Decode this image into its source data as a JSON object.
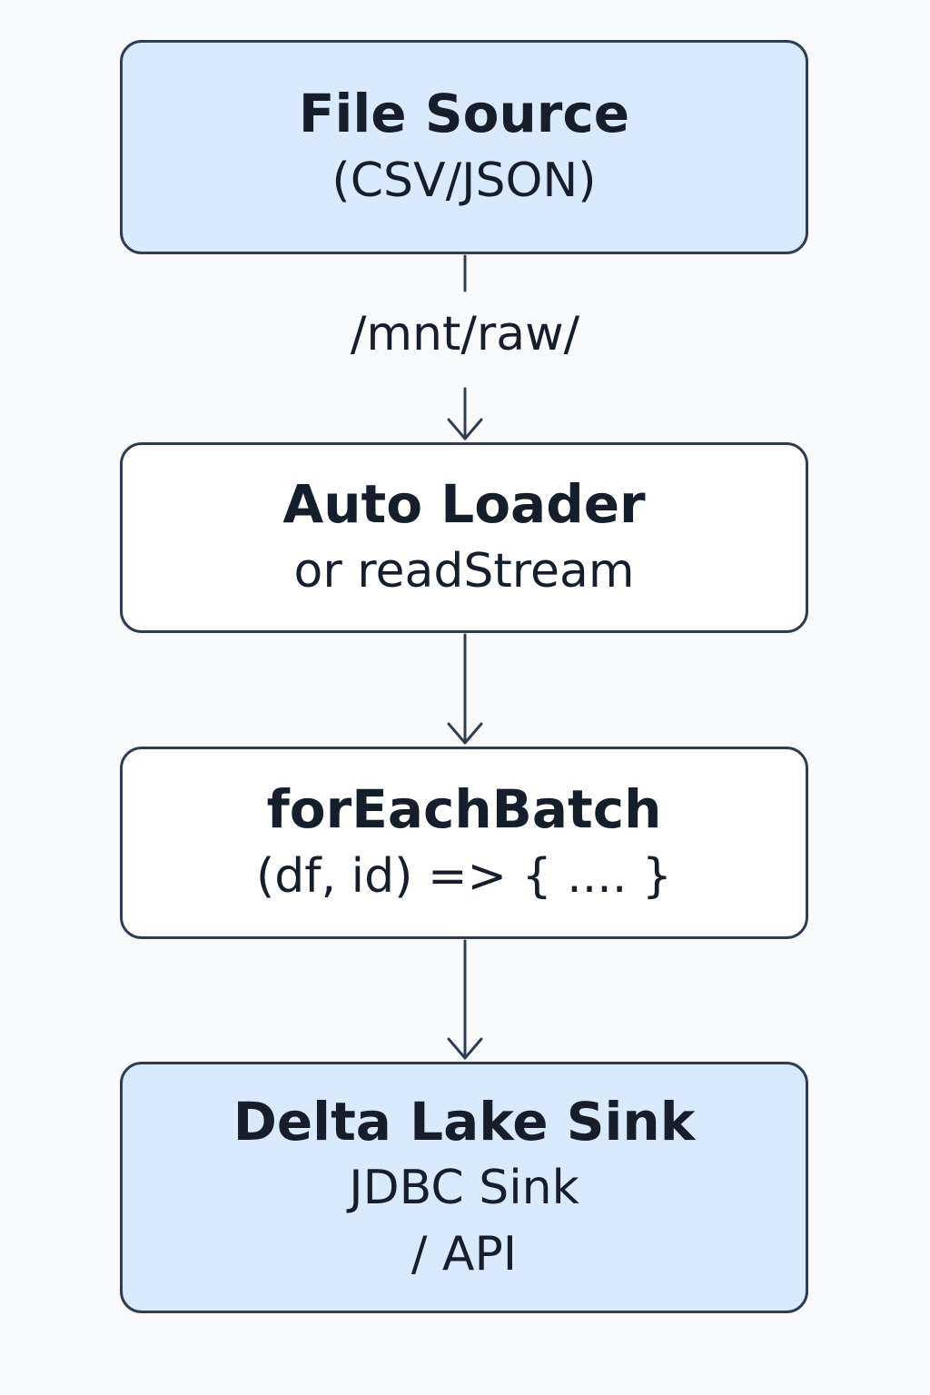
{
  "nodes": [
    {
      "id": "file-source",
      "title": "File Source",
      "lines": [
        "(CSV/JSON)"
      ]
    },
    {
      "id": "auto-loader",
      "title": "Auto Loader",
      "lines": [
        "or readStream"
      ]
    },
    {
      "id": "foreach-batch",
      "title": "forEachBatch",
      "lines": [
        "(df, id) => { .... }"
      ]
    },
    {
      "id": "sink",
      "title": "Delta Lake Sink",
      "lines": [
        "JDBC Sink",
        "/ API"
      ]
    }
  ],
  "edges": [
    {
      "from": "file-source",
      "to": "auto-loader",
      "label": "/mnt/raw/"
    },
    {
      "from": "auto-loader",
      "to": "foreach-batch",
      "label": ""
    },
    {
      "from": "foreach-batch",
      "to": "sink",
      "label": ""
    }
  ],
  "colors": {
    "node_fill_highlight": "#d8eafc",
    "node_fill_plain": "#ffffff",
    "border": "#2f3d52",
    "text": "#161d2b",
    "background": "#f9fafb"
  }
}
